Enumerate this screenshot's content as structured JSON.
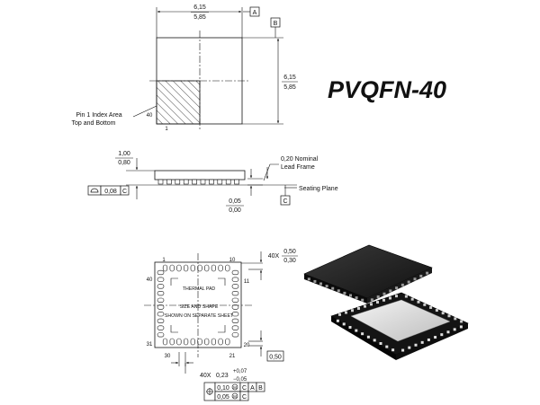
{
  "title": "PVQFN-40",
  "top_view": {
    "width_max": "6,15",
    "width_min": "5,85",
    "height_max": "6,15",
    "height_min": "5,85",
    "datum_a": "A",
    "datum_b": "B",
    "pin1_label_line1": "Pin 1 Index Area",
    "pin1_label_line2": "Top and Bottom",
    "pin_40": "40",
    "pin_1": "1"
  },
  "side_view": {
    "height_max": "1,00",
    "height_min": "0,80",
    "flatness_value": "0,08",
    "flatness_datum": "C",
    "lead_frame_line1": "0,20 Nominal",
    "lead_frame_line2": "Lead Frame",
    "seating_plane": "Seating Plane",
    "standoff_max": "0,05",
    "standoff_min": "0,00",
    "datum_c": "C"
  },
  "bottom_view": {
    "pin_1": "1",
    "pin_10": "10",
    "pin_11": "11",
    "pin_20": "20",
    "pin_21": "21",
    "pin_30": "30",
    "pin_31": "31",
    "pin_40": "40",
    "thermal_pad": "THERMAL PAD",
    "size_shape_line1": "SIZE AND SHAPE",
    "size_shape_line2": "SHOWN ON SEPARATE SHEET",
    "length_count": "40X",
    "length_max": "0,50",
    "length_min": "0,30",
    "pitch": "0,50",
    "width_prefix": "40X",
    "width_nominal": "0,23",
    "width_plus": "+0,07",
    "width_minus": "−0,05",
    "fcf1_value": "0,10",
    "fcf1_datum1": "C",
    "fcf1_datum2": "A",
    "fcf1_datum3": "B",
    "fcf2_value": "0,05",
    "fcf2_datum1": "C",
    "modifier_m": "M"
  }
}
